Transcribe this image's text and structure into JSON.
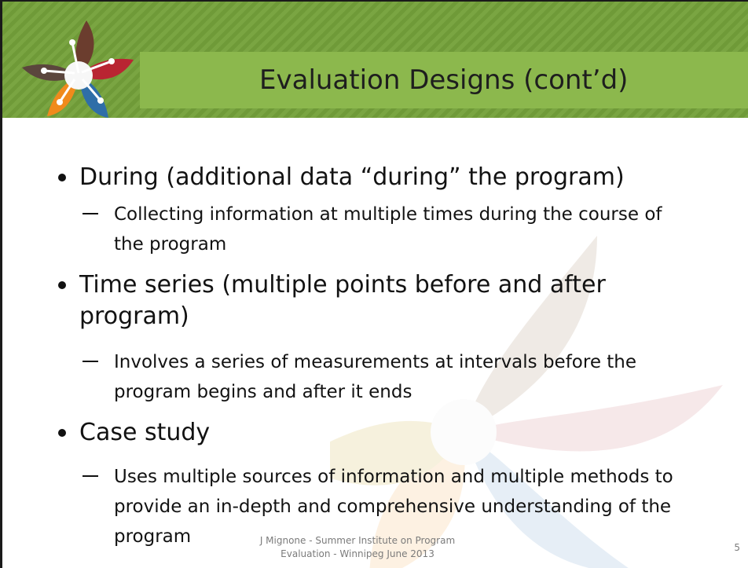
{
  "slide": {
    "title": "Evaluation Designs (cont’d)",
    "bullets": [
      {
        "text": "During (additional data “during” the program)",
        "subitems": [
          "Collecting information at multiple times during the course of the program"
        ]
      },
      {
        "text": "Time series (multiple points before and after program)",
        "subitems": [
          "Involves a series of measurements at intervals before the program begins and after it ends"
        ]
      },
      {
        "text": "Case study",
        "subitems": [
          "Uses multiple sources of information and multiple methods to provide an in-depth and comprehensive understanding of the program"
        ]
      }
    ],
    "footer": {
      "line1": "J Mignone - Summer Institute on Program",
      "line2": "Evaluation - Winnipeg June 2013"
    },
    "page_number": "5"
  },
  "colors": {
    "band_dark": "#6f9a38",
    "band_light": "#7aa542",
    "title_bar": "#8cb84d",
    "petal_brown": "#6b3d2e",
    "petal_red": "#b92532",
    "petal_orange": "#f08a1c",
    "petal_blue": "#2f6ea8"
  },
  "icons": {
    "logo": "flower-logo-icon",
    "watermark": "flower-watermark-icon"
  }
}
